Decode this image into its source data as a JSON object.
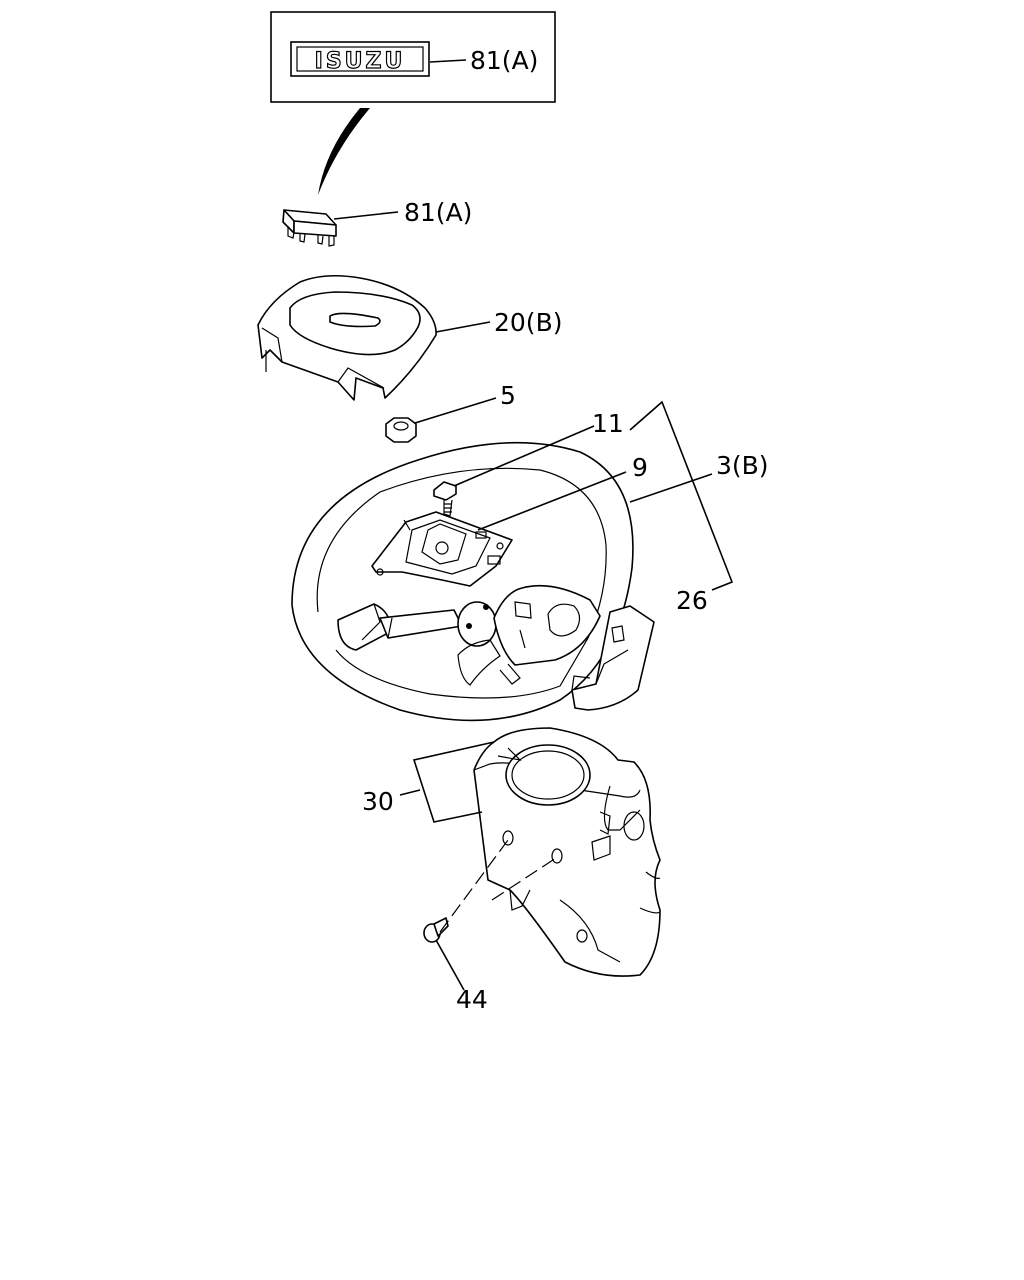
{
  "brand": {
    "logo_text": "ISUZU"
  },
  "callouts": {
    "emblem_badge": "81(A)",
    "emblem_clip": "81(A)",
    "horn_pad": "20(B)",
    "nut": "5",
    "bolt": "11",
    "contact_plate": "9",
    "wheel": "3(B)",
    "wheel_assembly": "26",
    "column_cover": "30",
    "screw": "44"
  },
  "colors": {
    "line": "#000000",
    "background": "#ffffff"
  }
}
